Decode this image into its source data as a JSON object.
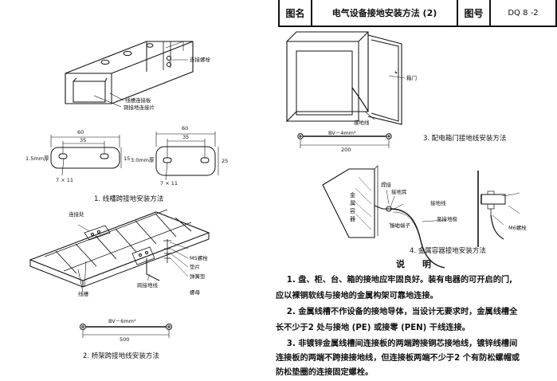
{
  "header": {
    "tuming_label": "图名",
    "title": "电气设备接地安装方法 (2)",
    "tuhao_label": "图号",
    "code": "DQ 8 -2"
  },
  "fig1": {
    "lbl_bolt": "连接螺栓",
    "lbl_plate": "线槽连接板",
    "lbl_copper": "铜接地连接片",
    "d60": "60",
    "d35": "35",
    "d15": "15",
    "thk1": "1.5mm厚",
    "hole1": "7 × 11",
    "d60b": "60",
    "d35b": "35",
    "d25": "25",
    "thk2": "3.0mm厚",
    "hole2": "7 × 11",
    "caption": "1. 线槽跨接地安装方法"
  },
  "fig2": {
    "lbl_joint": "连接处",
    "lbl_m5": "M5螺栓",
    "lbl_pad": "垫片",
    "lbl_spring": "弹簧垫",
    "lbl_nut": "螺母",
    "lbl_trough": "线槽",
    "lbl_jumper": "跨接地线",
    "wire": "BV－6mm²",
    "len": "500",
    "caption": "2. 桥架跨接地线安装方法"
  },
  "fig3": {
    "lbl_door": "箱门",
    "lbl_ground": "接地线",
    "wire": "BV－4mm²",
    "len": "200",
    "caption": "3. 配电箱门接地线安装方法"
  },
  "fig4": {
    "lbl_weld": "焊接",
    "lbl_ear": "接地耳",
    "lbl_metal": "金属容器",
    "lbl_gw": "接地线",
    "lbl_end": "接地端子",
    "lbl_to": "至接地极",
    "lbl_m6": "M6螺栓",
    "caption": "4. 金属容器接地安装方法"
  },
  "notes": {
    "heading": "说　　明",
    "lines": [
      "　 1. 盘、柜、台、箱的接地应牢固良好。装有电器的可开启的门,",
      "应以裸铜软线与接地的金属构架可靠地连接。",
      "　 2. 金属线槽不作设备的接地导体，当设计无要求时，金属线槽全",
      "长不少于2 处与接地 (PE) 或接零 (PEN) 干线连接。",
      "　 3. 非镀锌金属线槽间连接板的两端跨接铜芯接地线，镀锌线槽间",
      "连接板的两端不跨接接地线，但连接板两端不少于2 个有防松螺帽或",
      "防松垫圈的连接固定螺栓。"
    ]
  }
}
